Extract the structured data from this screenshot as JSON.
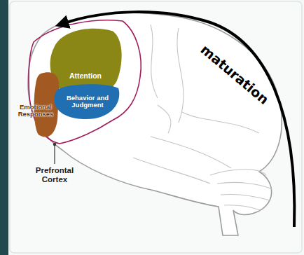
{
  "diagram": {
    "nodes": [
      {
        "text": [
          "Attention"
        ]
      },
      {
        "text": [
          "Emotional Responses"
        ]
      },
      {
        "text": [
          "Behavior and Judgment"
        ]
      }
    ],
    "labels": [
      "Prefrontal Cortex",
      "maturation"
    ]
  }
}
